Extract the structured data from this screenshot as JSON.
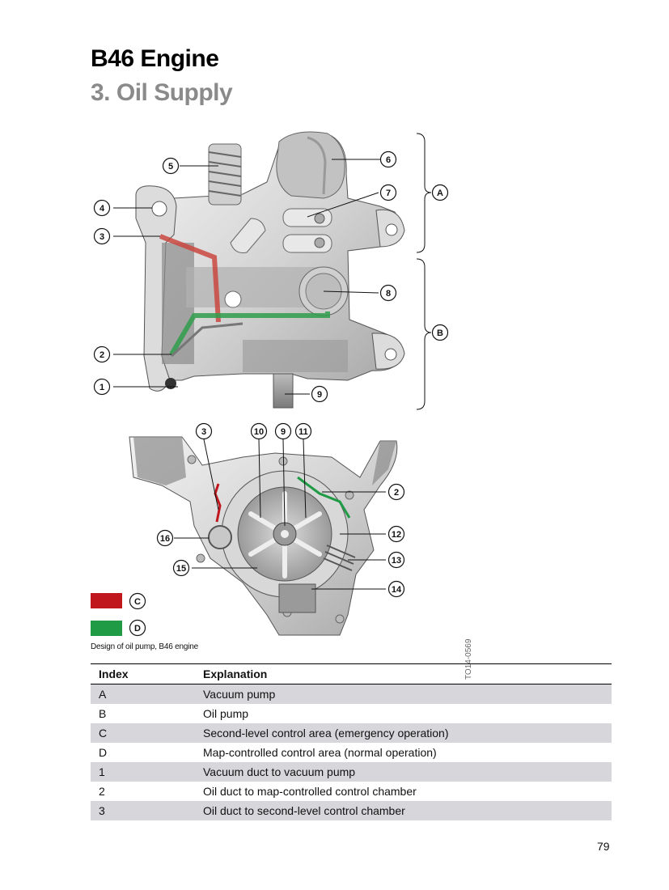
{
  "header": {
    "title": "B46 Engine",
    "subtitle": "3. Oil Supply"
  },
  "figure": {
    "caption": "Design of oil pump, B46 engine",
    "code": "TO14-0569",
    "callouts": [
      "1",
      "2",
      "3",
      "4",
      "5",
      "6",
      "7",
      "8",
      "9",
      "2",
      "3",
      "9",
      "10",
      "11",
      "12",
      "13",
      "14",
      "15",
      "16"
    ],
    "group_labels": [
      "A",
      "B"
    ],
    "legend": [
      {
        "swatch_color": "#c0171d",
        "label": "C"
      },
      {
        "swatch_color": "#1f9a45",
        "label": "D"
      }
    ],
    "colors": {
      "emergency_duct": "#c9483f",
      "normal_duct": "#2f9e4b",
      "metal_light": "#e6e6e6",
      "metal_dark": "#8c8c8c"
    }
  },
  "table": {
    "headers": [
      "Index",
      "Explanation"
    ],
    "rows": [
      {
        "index": "A",
        "explanation": "Vacuum pump"
      },
      {
        "index": "B",
        "explanation": "Oil pump"
      },
      {
        "index": "C",
        "explanation": "Second-level control area (emergency operation)"
      },
      {
        "index": "D",
        "explanation": "Map-controlled control area (normal operation)"
      },
      {
        "index": "1",
        "explanation": "Vacuum duct to vacuum pump"
      },
      {
        "index": "2",
        "explanation": "Oil duct to map-controlled control chamber"
      },
      {
        "index": "3",
        "explanation": "Oil duct to second-level control chamber"
      }
    ]
  },
  "page": {
    "number": "79"
  }
}
